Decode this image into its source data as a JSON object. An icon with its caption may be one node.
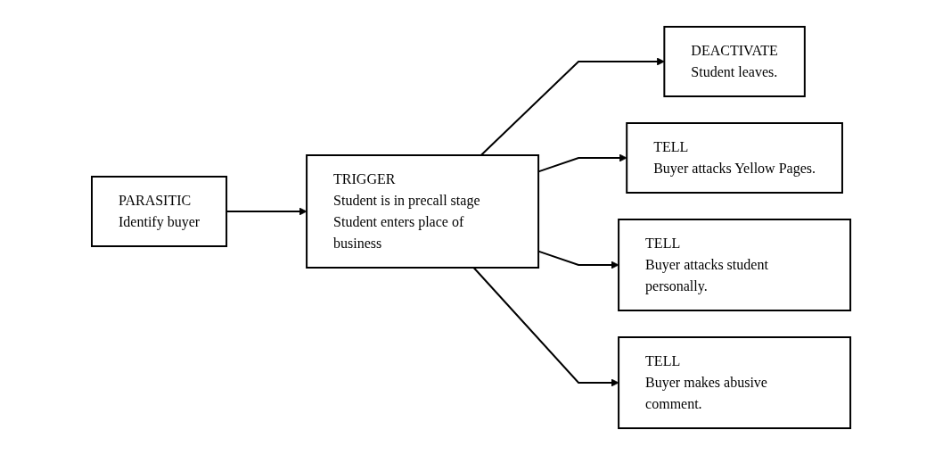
{
  "diagram": {
    "nodes": [
      {
        "text": [
          "PARASITIC",
          "Identify buyer"
        ]
      },
      {
        "text": [
          "TRIGGER",
          "Student is in precall stage",
          "Student enters place of business"
        ]
      },
      {
        "text": [
          "DEACTIVATE",
          "Student leaves."
        ]
      },
      {
        "text": [
          "TELL",
          "Buyer attacks Yellow Pages."
        ]
      },
      {
        "text": [
          "TELL",
          "Buyer attacks student personally."
        ]
      },
      {
        "text": [
          "TELL",
          "Buyer makes abusive comment."
        ]
      }
    ],
    "edges": [
      {
        "from": 0,
        "to": 1,
        "arrow": "to"
      },
      {
        "from": 1,
        "to": 2,
        "arrow": "to"
      },
      {
        "from": 1,
        "to": 3,
        "arrow": "to"
      },
      {
        "from": 1,
        "to": 4,
        "arrow": "to"
      },
      {
        "from": 1,
        "to": 5,
        "arrow": "to"
      }
    ]
  }
}
